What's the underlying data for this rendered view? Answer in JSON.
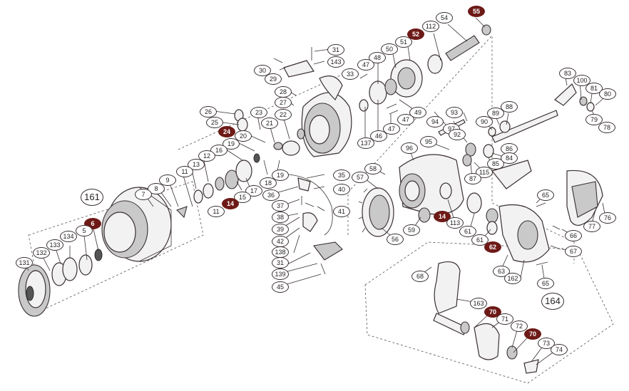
{
  "diagram": {
    "group_labels": [
      "161",
      "164"
    ],
    "callouts": [
      {
        "n": "55",
        "hl": true
      },
      {
        "n": "54"
      },
      {
        "n": "112"
      },
      {
        "n": "52",
        "hl": true
      },
      {
        "n": "51"
      },
      {
        "n": "50"
      },
      {
        "n": "48"
      },
      {
        "n": "47"
      },
      {
        "n": "31"
      },
      {
        "n": "143"
      },
      {
        "n": "30"
      },
      {
        "n": "29"
      },
      {
        "n": "33"
      },
      {
        "n": "28"
      },
      {
        "n": "27"
      },
      {
        "n": "26"
      },
      {
        "n": "25"
      },
      {
        "n": "24",
        "hl": true
      },
      {
        "n": "23"
      },
      {
        "n": "22"
      },
      {
        "n": "21"
      },
      {
        "n": "20"
      },
      {
        "n": "19"
      },
      {
        "n": "16"
      },
      {
        "n": "49"
      },
      {
        "n": "46"
      },
      {
        "n": "47b",
        "text": "47"
      },
      {
        "n": "47c",
        "text": "47"
      },
      {
        "n": "137"
      },
      {
        "n": "83"
      },
      {
        "n": "100"
      },
      {
        "n": "81"
      },
      {
        "n": "80"
      },
      {
        "n": "79"
      },
      {
        "n": "78"
      },
      {
        "n": "93"
      },
      {
        "n": "94"
      },
      {
        "n": "89"
      },
      {
        "n": "88"
      },
      {
        "n": "97"
      },
      {
        "n": "90"
      },
      {
        "n": "92"
      },
      {
        "n": "95"
      },
      {
        "n": "96"
      },
      {
        "n": "86"
      },
      {
        "n": "85"
      },
      {
        "n": "84"
      },
      {
        "n": "115"
      },
      {
        "n": "87"
      },
      {
        "n": "13"
      },
      {
        "n": "12"
      },
      {
        "n": "11"
      },
      {
        "n": "9"
      },
      {
        "n": "8"
      },
      {
        "n": "7"
      },
      {
        "n": "18"
      },
      {
        "n": "19b",
        "text": "19"
      },
      {
        "n": "35"
      },
      {
        "n": "40"
      },
      {
        "n": "41"
      },
      {
        "n": "36"
      },
      {
        "n": "37"
      },
      {
        "n": "38"
      },
      {
        "n": "39"
      },
      {
        "n": "42"
      },
      {
        "n": "138"
      },
      {
        "n": "31b",
        "text": "31"
      },
      {
        "n": "139"
      },
      {
        "n": "45"
      },
      {
        "n": "17"
      },
      {
        "n": "15"
      },
      {
        "n": "14",
        "hl": true
      },
      {
        "n": "11b",
        "text": "11"
      },
      {
        "n": "58"
      },
      {
        "n": "57"
      },
      {
        "n": "56"
      },
      {
        "n": "59"
      },
      {
        "n": "14b",
        "text": "14",
        "hl": true
      },
      {
        "n": "113"
      },
      {
        "n": "61"
      },
      {
        "n": "61b",
        "text": "61"
      },
      {
        "n": "62",
        "hl": true
      },
      {
        "n": "65"
      },
      {
        "n": "65b",
        "text": "65"
      },
      {
        "n": "76"
      },
      {
        "n": "77"
      },
      {
        "n": "66"
      },
      {
        "n": "67"
      },
      {
        "n": "63"
      },
      {
        "n": "162"
      },
      {
        "n": "6",
        "hl": true
      },
      {
        "n": "134"
      },
      {
        "n": "5"
      },
      {
        "n": "133"
      },
      {
        "n": "132"
      },
      {
        "n": "131"
      },
      {
        "n": "68"
      },
      {
        "n": "163"
      },
      {
        "n": "70",
        "hl": true
      },
      {
        "n": "71"
      },
      {
        "n": "72"
      },
      {
        "n": "70b",
        "text": "70",
        "hl": true
      },
      {
        "n": "73"
      },
      {
        "n": "74"
      }
    ]
  }
}
